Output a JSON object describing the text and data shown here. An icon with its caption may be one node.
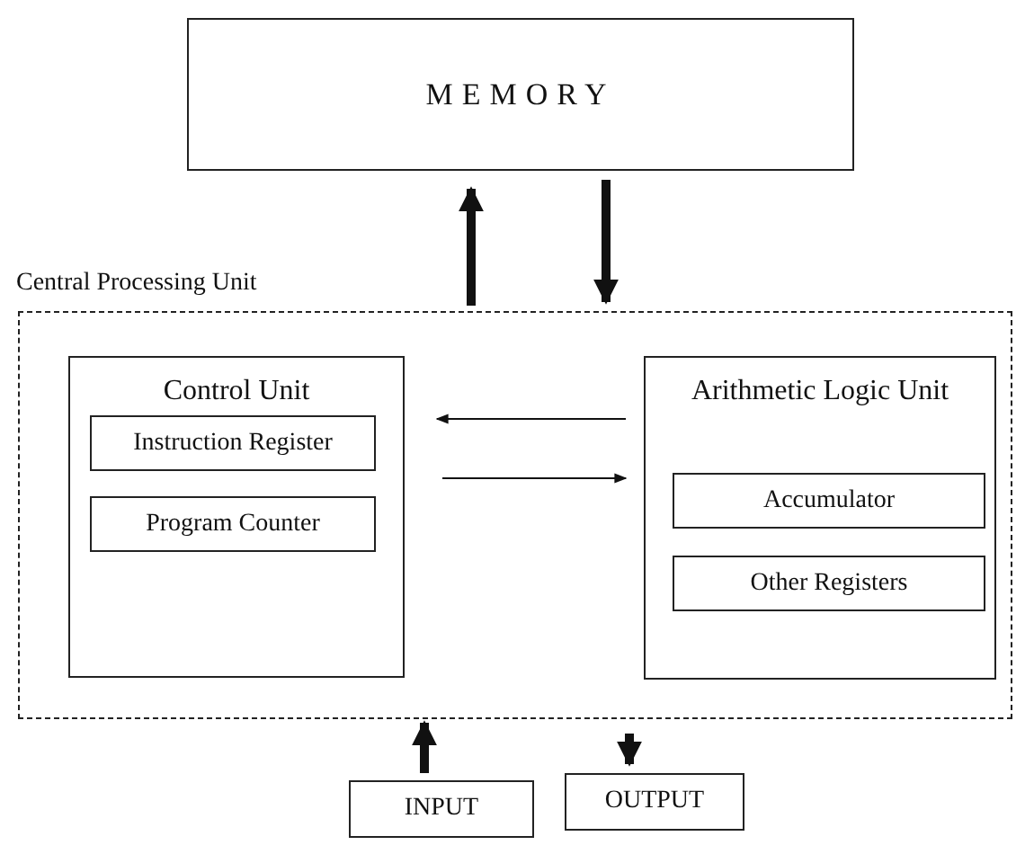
{
  "diagram": {
    "nodes": [
      {
        "text": [
          "MEMORY"
        ]
      },
      {
        "text": [
          "Central Processing Unit"
        ]
      },
      {
        "text": [
          "Control Unit"
        ],
        "in": 1
      },
      {
        "text": [
          "Instruction Register"
        ],
        "in": 2
      },
      {
        "text": [
          "Program Counter"
        ],
        "in": 2
      },
      {
        "text": [
          "Arithmetic Logic Unit"
        ],
        "in": 1
      },
      {
        "text": [
          "Accumulator"
        ],
        "in": 5
      },
      {
        "text": [
          "Other Registers"
        ],
        "in": 5
      },
      {
        "text": [
          "INPUT"
        ]
      },
      {
        "text": [
          "OUTPUT"
        ]
      }
    ],
    "edges": [
      {
        "from": 1,
        "to": 0,
        "arrow": "to"
      },
      {
        "from": 0,
        "to": 1,
        "arrow": "to"
      },
      {
        "from": 5,
        "to": 2,
        "arrow": "to"
      },
      {
        "from": 2,
        "to": 5,
        "arrow": "to"
      },
      {
        "from": 8,
        "to": 1,
        "arrow": "to"
      },
      {
        "from": 1,
        "to": 9,
        "arrow": "to"
      }
    ]
  }
}
